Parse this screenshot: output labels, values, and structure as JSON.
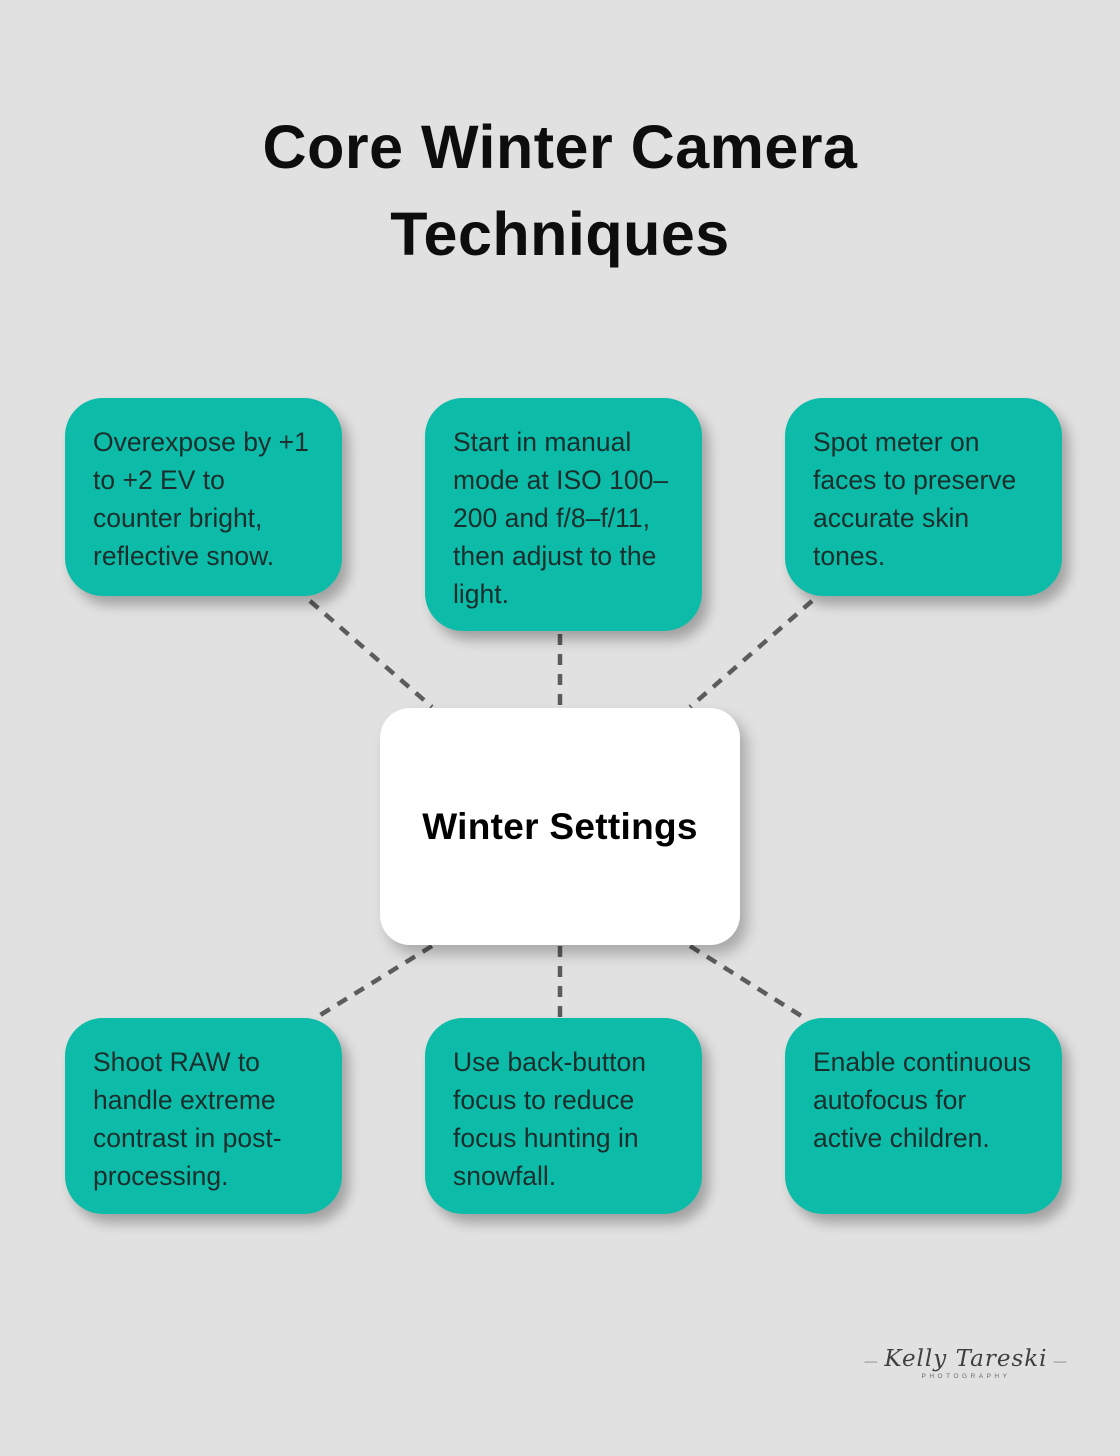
{
  "title": "Core Winter Camera Techniques",
  "center": {
    "label": "Winter Settings"
  },
  "nodes": [
    {
      "id": "top-left",
      "text": "Overexpose by +1 to +2 EV to counter bright, reflective snow."
    },
    {
      "id": "top-middle",
      "text": "Start in manual mode at ISO 100–200 and f/8–f/11, then adjust to the light."
    },
    {
      "id": "top-right",
      "text": "Spot meter on faces to preserve accurate skin tones."
    },
    {
      "id": "bottom-left",
      "text": "Shoot RAW to handle extreme contrast in post-processing."
    },
    {
      "id": "bottom-middle",
      "text": "Use back-button focus to reduce focus hunting in snowfall."
    },
    {
      "id": "bottom-right",
      "text": "Enable continuous autofocus for active children."
    }
  ],
  "signature": {
    "name": "Kelly Tareski",
    "subtitle": "PHOTOGRAPHY"
  },
  "colors": {
    "background": "#e0e1e0",
    "node_fill": "#0cbca8",
    "center_fill": "#ffffff",
    "connector": "#5c5c5c",
    "node_text": "#1a2f2d",
    "title_text": "#0d0d0d"
  }
}
